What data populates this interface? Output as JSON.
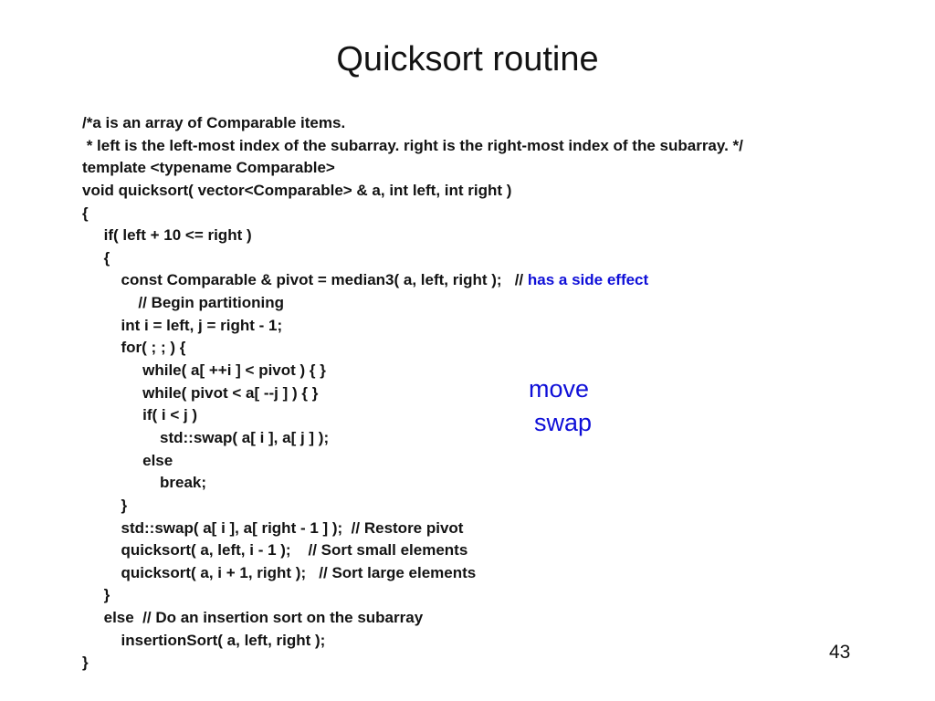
{
  "slide": {
    "title": "Quicksort routine",
    "page_number": "43",
    "colors": {
      "background": "#ffffff",
      "text": "#131313",
      "annotation_blue": "#0f0fd8"
    },
    "annotations": {
      "move": "move",
      "swap": "swap"
    },
    "code": {
      "lines": [
        {
          "parts": [
            {
              "t": "/*a is an array of Comparable items.",
              "s": "code"
            }
          ]
        },
        {
          "parts": [
            {
              "t": " * left is the left-most index of the subarray. right is the right-most index of the subarray. */",
              "s": "code"
            }
          ]
        },
        {
          "parts": [
            {
              "t": "template <typename Comparable>",
              "s": "code"
            }
          ]
        },
        {
          "parts": [
            {
              "t": "void quicksort( vector<Comparable> & a, int left, int right )",
              "s": "code"
            }
          ]
        },
        {
          "parts": [
            {
              "t": "{",
              "s": "code"
            }
          ]
        },
        {
          "parts": [
            {
              "t": "     if( left + 10 <= right )",
              "s": "code"
            }
          ]
        },
        {
          "parts": [
            {
              "t": "     {",
              "s": "code"
            }
          ]
        },
        {
          "parts": [
            {
              "t": "         const Comparable & pivot = median3( a, left, right );   // ",
              "s": "code"
            },
            {
              "t": "has a side effect",
              "s": "blue"
            }
          ]
        },
        {
          "parts": [
            {
              "t": "             // Begin partitioning",
              "s": "code"
            }
          ]
        },
        {
          "parts": [
            {
              "t": "         int i = left, j = right - 1;",
              "s": "code"
            }
          ]
        },
        {
          "parts": [
            {
              "t": "         for( ; ; ) {",
              "s": "code"
            }
          ]
        },
        {
          "parts": [
            {
              "t": "              while( a[ ++i ] < pivot ) { }",
              "s": "code"
            }
          ]
        },
        {
          "parts": [
            {
              "t": "              while( pivot < a[ --j ] ) { }",
              "s": "code"
            }
          ]
        },
        {
          "parts": [
            {
              "t": "              if( i < j )",
              "s": "code"
            }
          ]
        },
        {
          "parts": [
            {
              "t": "                  std::swap( a[ i ], a[ j ] );",
              "s": "code"
            }
          ]
        },
        {
          "parts": [
            {
              "t": "              else",
              "s": "code"
            }
          ]
        },
        {
          "parts": [
            {
              "t": "                  break;",
              "s": "code"
            }
          ]
        },
        {
          "parts": [
            {
              "t": "         }",
              "s": "code"
            }
          ]
        },
        {
          "parts": [
            {
              "t": "         std::swap( a[ i ], a[ right - 1 ] );  // Restore pivot",
              "s": "code"
            }
          ]
        },
        {
          "parts": [
            {
              "t": "         quicksort( a, left, i - 1 );    // Sort small elements",
              "s": "code"
            }
          ]
        },
        {
          "parts": [
            {
              "t": "         quicksort( a, i + 1, right );   // Sort large elements",
              "s": "code"
            }
          ]
        },
        {
          "parts": [
            {
              "t": "     }",
              "s": "code"
            }
          ]
        },
        {
          "parts": [
            {
              "t": "     else  // Do an insertion sort on the subarray",
              "s": "code"
            }
          ]
        },
        {
          "parts": [
            {
              "t": "         insertionSort( a, left, right );",
              "s": "code"
            }
          ]
        },
        {
          "parts": [
            {
              "t": "}",
              "s": "code"
            }
          ]
        }
      ]
    }
  }
}
